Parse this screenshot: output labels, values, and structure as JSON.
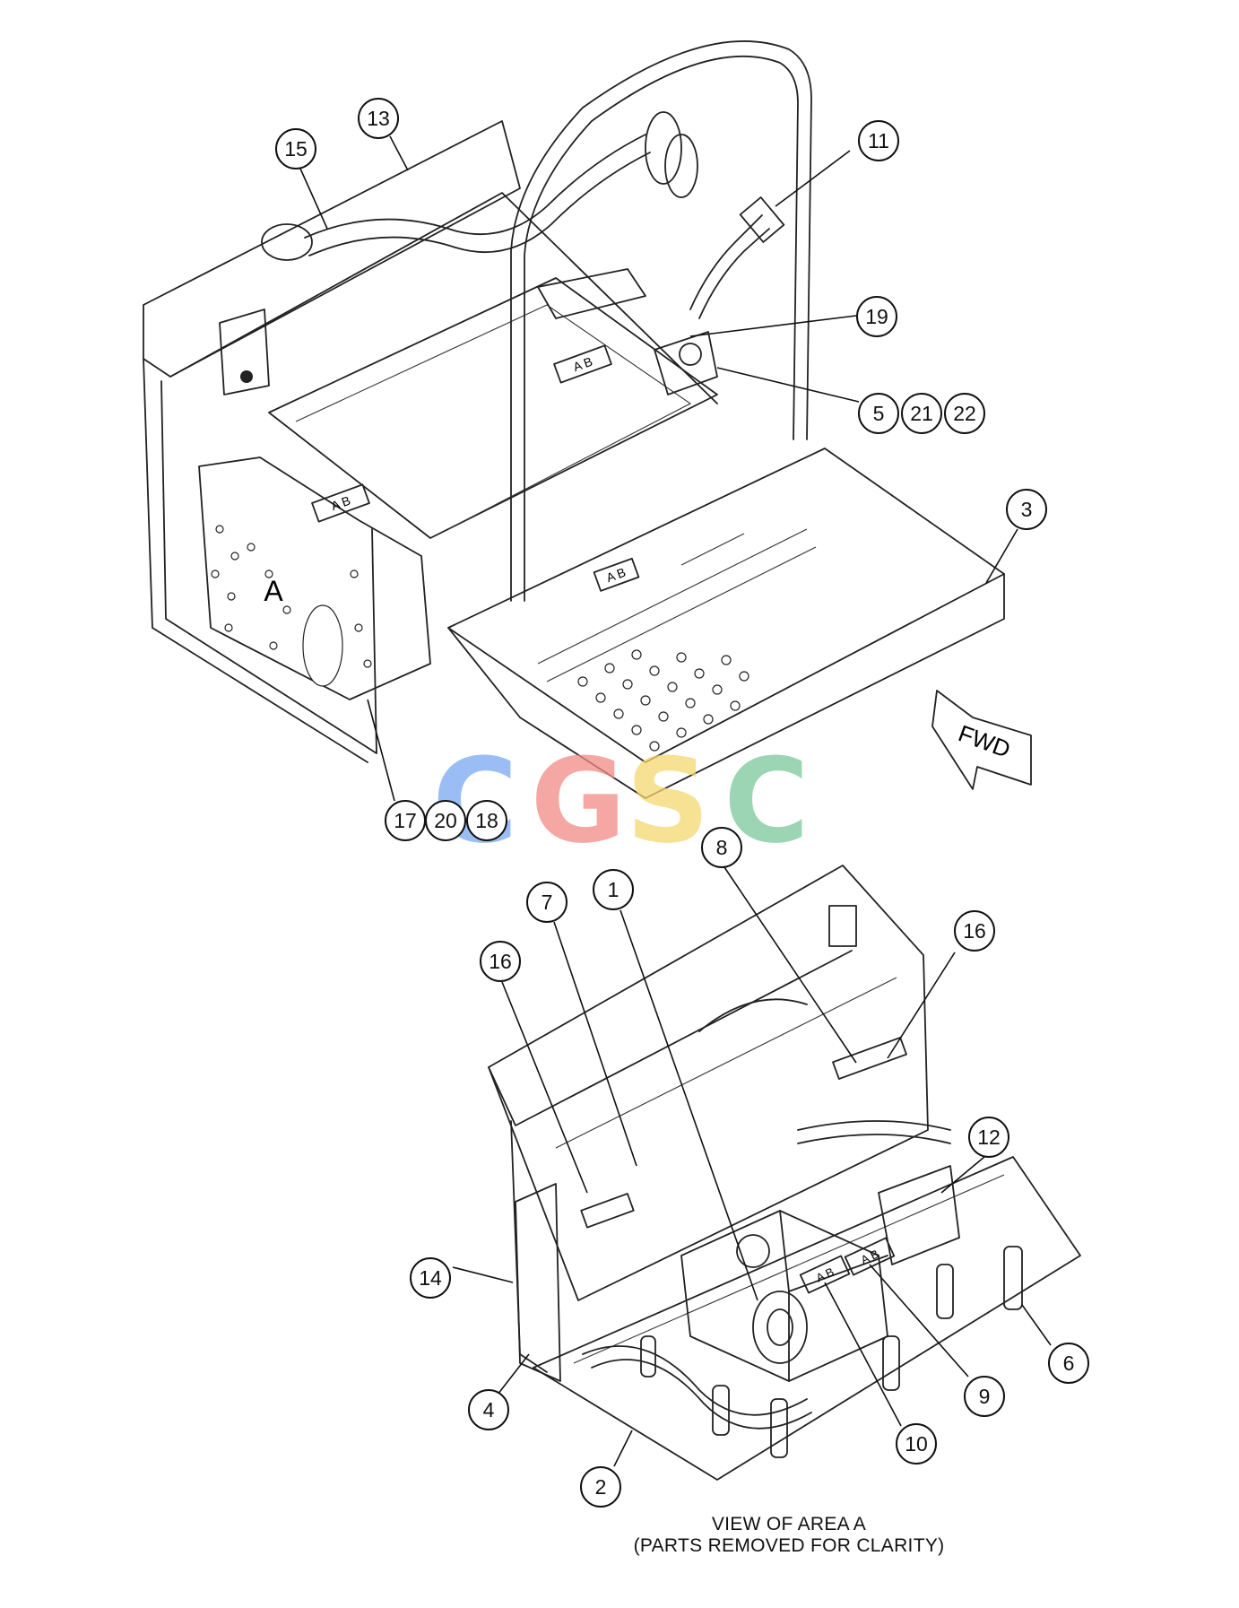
{
  "callouts": [
    {
      "id": "c13",
      "label": "13"
    },
    {
      "id": "c15",
      "label": "15"
    },
    {
      "id": "c11",
      "label": "11"
    },
    {
      "id": "c19",
      "label": "19"
    },
    {
      "id": "c5",
      "label": "5"
    },
    {
      "id": "c21",
      "label": "21"
    },
    {
      "id": "c22",
      "label": "22"
    },
    {
      "id": "c3",
      "label": "3"
    },
    {
      "id": "c17",
      "label": "17"
    },
    {
      "id": "c20",
      "label": "20"
    },
    {
      "id": "c18",
      "label": "18"
    },
    {
      "id": "c8",
      "label": "8"
    },
    {
      "id": "c7",
      "label": "7"
    },
    {
      "id": "c1",
      "label": "1"
    },
    {
      "id": "c16a",
      "label": "16"
    },
    {
      "id": "c16b",
      "label": "16"
    },
    {
      "id": "c12",
      "label": "12"
    },
    {
      "id": "c14",
      "label": "14"
    },
    {
      "id": "c6",
      "label": "6"
    },
    {
      "id": "c9",
      "label": "9"
    },
    {
      "id": "c4",
      "label": "4"
    },
    {
      "id": "c10",
      "label": "10"
    },
    {
      "id": "c2",
      "label": "2"
    }
  ],
  "area_label": "A",
  "direction_label": "FWD",
  "watermark": [
    "C",
    "G",
    "S",
    "C"
  ],
  "watermark_colors": [
    "#7aa7f2",
    "#f28b85",
    "#f5d76e",
    "#7cc79b"
  ],
  "decal_text": "A B",
  "caption_line1": "VIEW OF AREA A",
  "caption_line2": "(PARTS REMOVED FOR CLARITY)"
}
